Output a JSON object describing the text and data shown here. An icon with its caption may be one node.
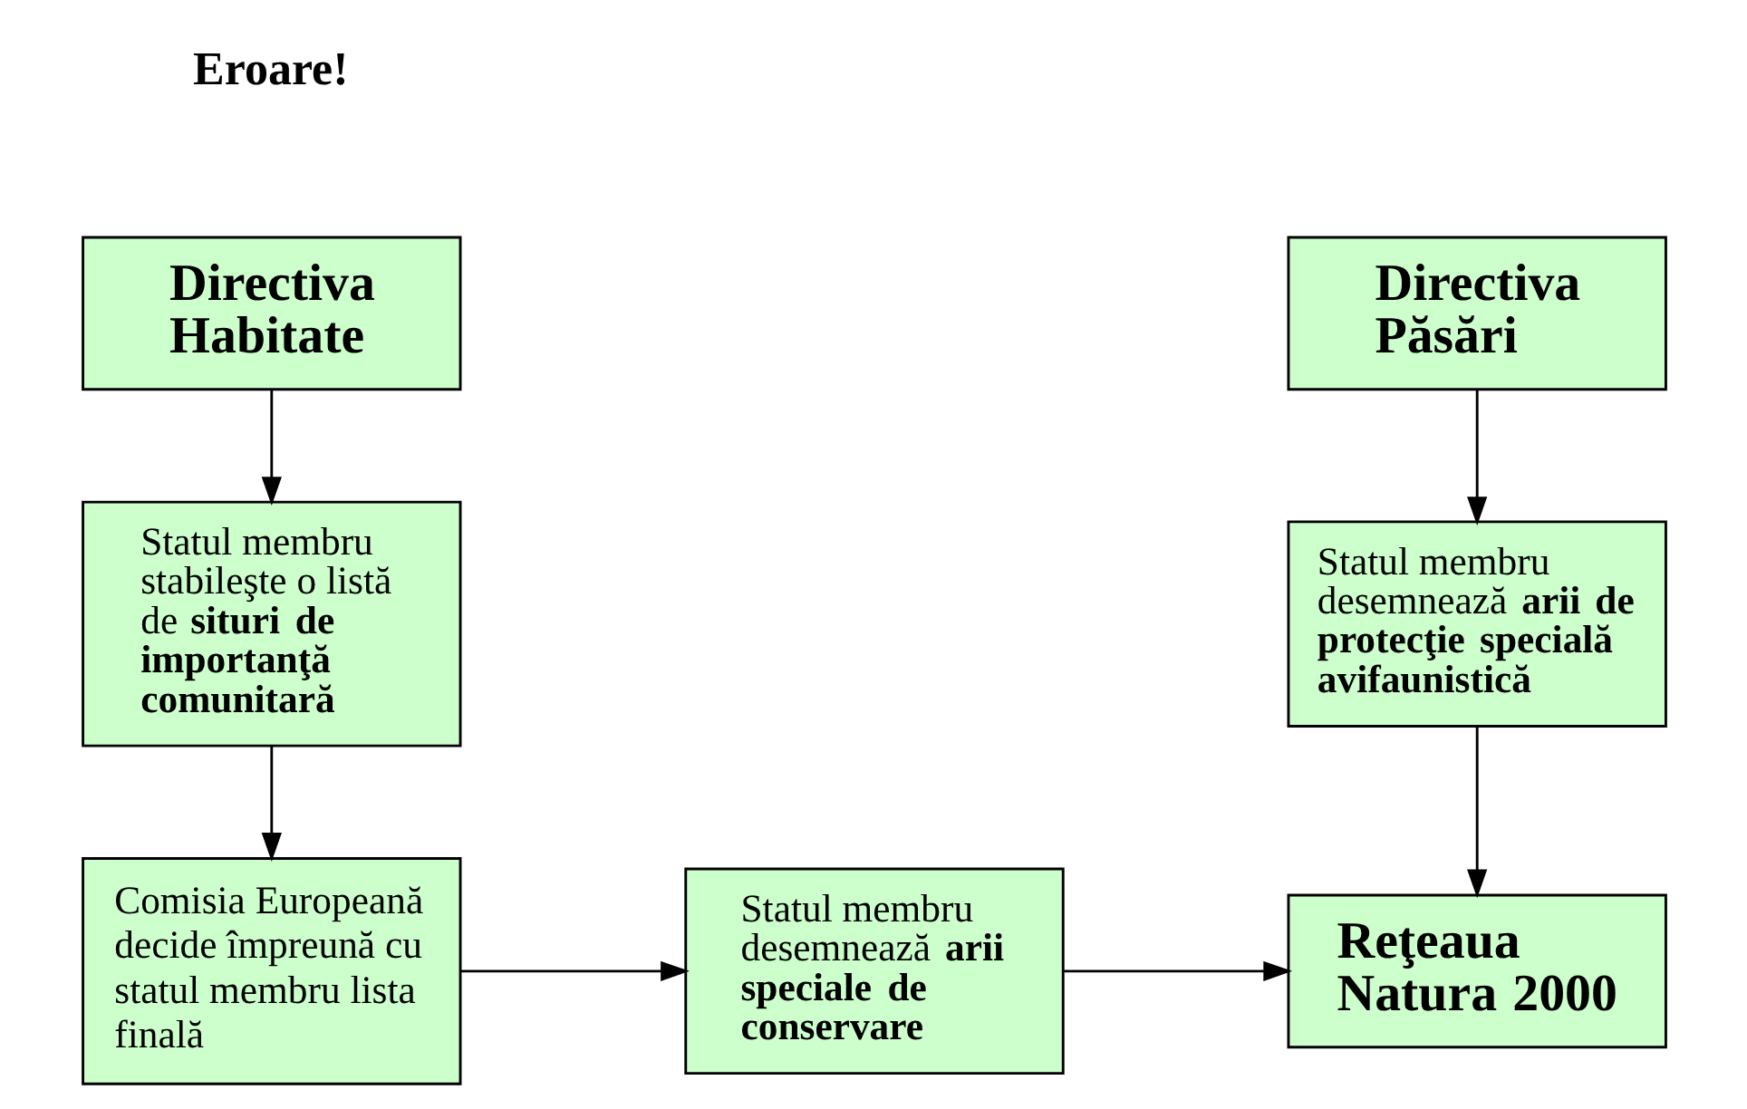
{
  "diagram": {
    "nodes": [
      {
        "text": [
          "Directiva Habitate"
        ]
      },
      {
        "text": [
          "Directiva Păsări"
        ]
      },
      {
        "text": [
          "Statul membru stabileşte o listă de **situri de importanţă comunitară**"
        ]
      },
      {
        "text": [
          "Statul membru desemnează **arii de protecţie specială avifaunistică**"
        ]
      },
      {
        "text": [
          "Comisia Europeană decide împreună cu statul membru lista finală"
        ]
      },
      {
        "text": [
          "Statul membru desemnează **arii speciale de conservare**"
        ]
      },
      {
        "text": [
          "Reţeaua Natura 2000"
        ]
      }
    ],
    "edges": [
      {
        "from": 0,
        "to": 2,
        "arrow": "to"
      },
      {
        "from": 1,
        "to": 3,
        "arrow": "to"
      },
      {
        "from": 2,
        "to": 4,
        "arrow": "to"
      },
      {
        "from": 3,
        "to": 6,
        "arrow": "to"
      },
      {
        "from": 4,
        "to": 5,
        "arrow": "to"
      },
      {
        "from": 5,
        "to": 6,
        "arrow": "to"
      }
    ],
    "labels": [
      "Eroare!"
    ]
  }
}
